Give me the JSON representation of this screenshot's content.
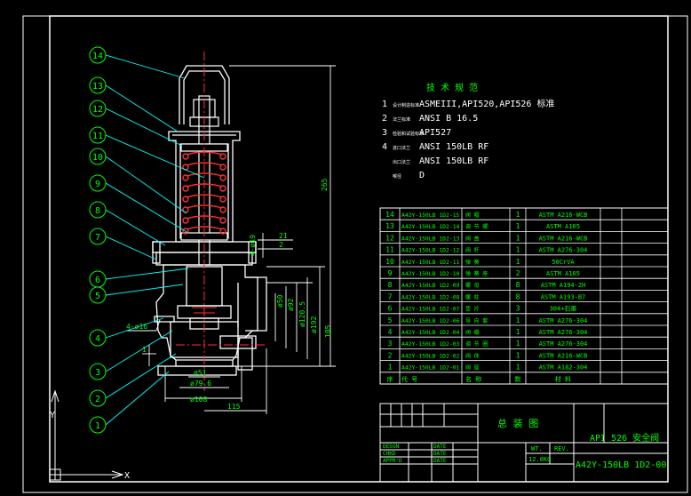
{
  "colors": {
    "background": "#000000",
    "frame": "#ffffff",
    "lines": "#00ffff",
    "body": "#ffffff",
    "spring": "#ff3030",
    "text": "#ffffff",
    "tech": "#00ff00",
    "table_text": "#00ff00",
    "callout": "#00ff00",
    "dim_text": "#00ff00"
  },
  "part_callouts": [
    "14",
    "13",
    "12",
    "11",
    "10",
    "9",
    "8",
    "7",
    "6",
    "5",
    "4",
    "3",
    "2",
    "1"
  ],
  "tech_req": {
    "title": "技 术 规 范",
    "lines": [
      {
        "num": "1",
        "label": "设计制造标准",
        "value": "ASMEIII,API520,API526 标准"
      },
      {
        "num": "2",
        "label": "法兰标准",
        "value": "ANSI B 16.5"
      },
      {
        "num": "3",
        "label": "检验和试验标准",
        "value": "API527"
      },
      {
        "num": "4",
        "label": "进口法兰",
        "value": "ANSI 150LB RF"
      },
      {
        "num": "",
        "label": "出口法兰",
        "value": "ANSI 150LB RF"
      },
      {
        "num": "",
        "label": "喉径",
        "value": "D"
      }
    ]
  },
  "bom": [
    {
      "no": "14",
      "code": "A42Y-150LB 1D2-15",
      "name": "阀 帽",
      "qty": "1",
      "material": "ASTM A216-WCB"
    },
    {
      "no": "13",
      "code": "A42Y-150LB 1D2-14",
      "name": "调 节 螺",
      "qty": "1",
      "material": "ASTM A105"
    },
    {
      "no": "12",
      "code": "A42Y-150LB 1D2-13",
      "name": "阀 盖",
      "qty": "1",
      "material": "ASTM A216-WCB"
    },
    {
      "no": "11",
      "code": "A42Y-150LB 1D2-12",
      "name": "阀 杆",
      "qty": "1",
      "material": "ASTM A276-304"
    },
    {
      "no": "10",
      "code": "A42Y-150LB 1D2-11",
      "name": "弹 簧",
      "qty": "1",
      "material": "50CrVA"
    },
    {
      "no": "9",
      "code": "A42Y-150LB 1D2-10",
      "name": "弹 簧 座",
      "qty": "2",
      "material": "ASTM A105"
    },
    {
      "no": "8",
      "code": "A42Y-150LB 1D2-09",
      "name": "螺 母",
      "qty": "8",
      "material": "ASTM A194-2H"
    },
    {
      "no": "7",
      "code": "A42Y-150LB 1D2-08",
      "name": "螺 柱",
      "qty": "8",
      "material": "ASTM A193-B7"
    },
    {
      "no": "6",
      "code": "A42Y-150LB 1D2-07",
      "name": "垫 片",
      "qty": "3",
      "material": "304+石墨"
    },
    {
      "no": "5",
      "code": "A42Y-150LB 1D2-06",
      "name": "导 向 套",
      "qty": "1",
      "material": "ASTM A276-304"
    },
    {
      "no": "4",
      "code": "A42Y-150LB 1D2-04",
      "name": "阀 瓣",
      "qty": "1",
      "material": "ASTM A276-304"
    },
    {
      "no": "3",
      "code": "A42Y-150LB 1D2-03",
      "name": "调 节 圈",
      "qty": "1",
      "material": "ASTM A276-304"
    },
    {
      "no": "2",
      "code": "A42Y-150LB 1D2-02",
      "name": "阀 体",
      "qty": "1",
      "material": "ASTM A216-WCB"
    },
    {
      "no": "1",
      "code": "A42Y-150LB 1D2-01",
      "name": "阀 座",
      "qty": "1",
      "material": "ASTM A182-304"
    }
  ],
  "bom_header": {
    "no": "序",
    "code": "代 号",
    "name": "名 称",
    "qty": "数",
    "material": "材 料"
  },
  "title_block": {
    "drawing_title": "总 装 图",
    "product": "API 526 安全阀",
    "drawing_no": "A42Y-150LB 1D2-00",
    "weight_label": "WT.",
    "weight": "12.0KG",
    "rev_label": "REV.",
    "desgn": "DESGN",
    "chkd": "CHKD",
    "apprd": "APPR'D",
    "date": "DATE"
  },
  "dimensions": {
    "height_total": "265",
    "height_outlet": "105",
    "d120": "ø120.5",
    "d92": "ø92",
    "d50": "ø50",
    "d192": "ø192",
    "d51": "ø51",
    "d79": "ø79.6",
    "d108": "ø108",
    "w115": "115",
    "d19": "4-ø19",
    "d16": "4-ø16",
    "t21": "21",
    "t2": "2",
    "t1": "1"
  },
  "ucs": {
    "x": "X",
    "y": "Y"
  }
}
